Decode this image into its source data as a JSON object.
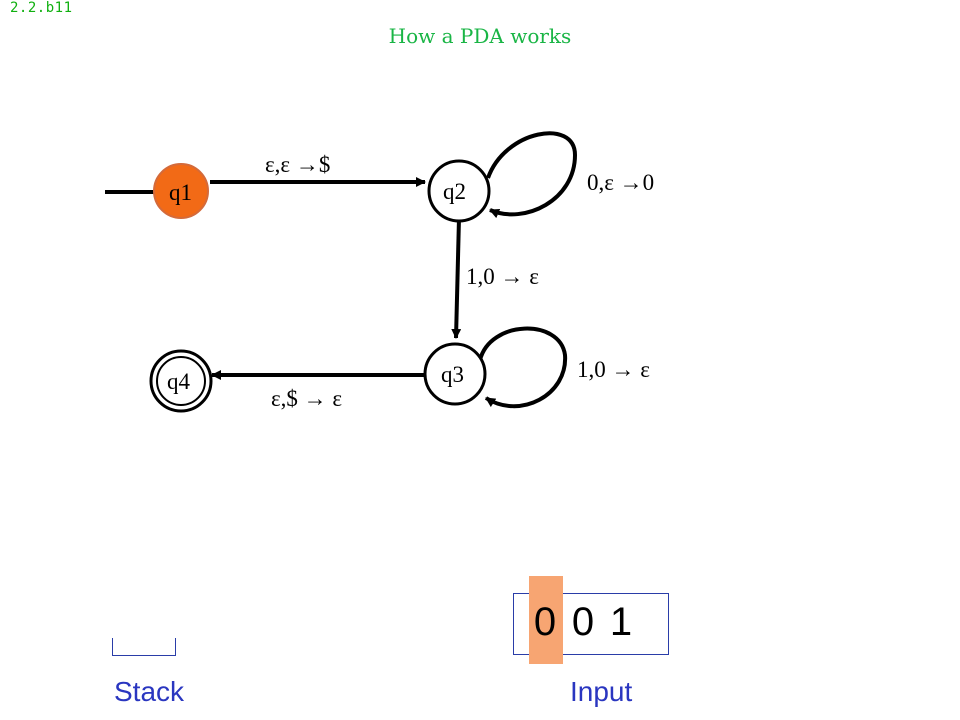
{
  "slide": {
    "id": "2.2.b11",
    "title": "How a PDA works"
  },
  "states": {
    "q1": "q1",
    "q2": "q2",
    "q3": "q3",
    "q4": "q4"
  },
  "active_state": "q1",
  "accept_states": [
    "q4"
  ],
  "transitions": {
    "q1_q2": "ε,ε →$",
    "q2_loop": "0,ε →0",
    "q2_q3": "1,0 → ε",
    "q3_loop": "1,0 → ε",
    "q3_q4": "ε,$ → ε"
  },
  "input": {
    "label": "Input",
    "symbols": [
      "0",
      "0",
      "1"
    ],
    "head_index": 0
  },
  "stack": {
    "label": "Stack",
    "contents": []
  },
  "colors": {
    "active_state_fill": "#f26a16",
    "head_highlight": "#f7a572",
    "label_blue": "#2a36c0",
    "title_green": "#19b545"
  }
}
